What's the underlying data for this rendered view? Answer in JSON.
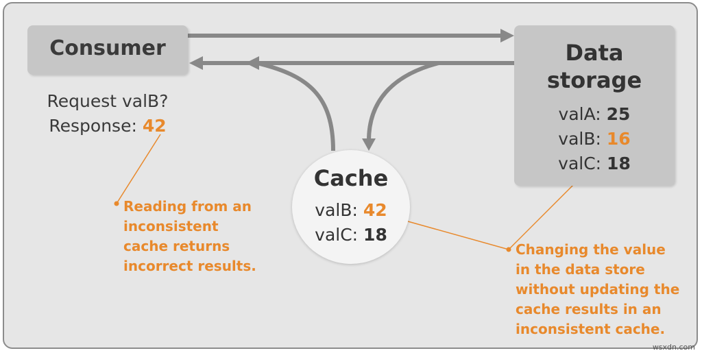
{
  "consumer": {
    "title": "Consumer",
    "request_line": "Request valB?",
    "response_label": "Response: ",
    "response_value": "42"
  },
  "data_storage": {
    "title_line1": "Data",
    "title_line2": "storage",
    "rows": [
      {
        "label": "valA: ",
        "value": "25"
      },
      {
        "label": "valB: ",
        "value": "16"
      },
      {
        "label": "valC: ",
        "value": "18"
      }
    ]
  },
  "cache": {
    "title": "Cache",
    "rows": [
      {
        "label": "valB: ",
        "value": "42"
      },
      {
        "label": "valC: ",
        "value": "18"
      }
    ]
  },
  "notes": {
    "left": [
      "Reading from an",
      "inconsistent",
      "cache returns",
      "incorrect results."
    ],
    "right": [
      "Changing the value",
      "in the data store",
      "without updating the",
      "cache results in an",
      "inconsistent cache."
    ]
  },
  "watermark": "wsxdn.com",
  "colors": {
    "accent": "#e8892c",
    "box": "#c6c6c6",
    "arrow": "#888888",
    "background": "#e6e6e6"
  }
}
